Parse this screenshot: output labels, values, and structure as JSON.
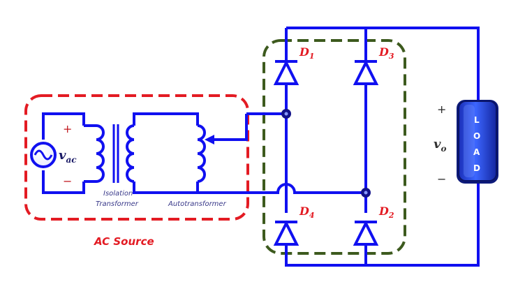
{
  "source": {
    "symbol": "v",
    "subscript": "ac",
    "plus": "+",
    "minus": "−",
    "box_label": "AC Source"
  },
  "transformers": {
    "isolation_line1": "Isolation",
    "isolation_line2": "Transformer",
    "auto_label": "Autotransformer"
  },
  "diodes": [
    {
      "letter": "D",
      "index": "1"
    },
    {
      "letter": "D",
      "index": "3"
    },
    {
      "letter": "D",
      "index": "4"
    },
    {
      "letter": "D",
      "index": "2"
    }
  ],
  "output": {
    "symbol": "v",
    "subscript": "o",
    "plus": "+",
    "minus": "−"
  },
  "load": {
    "letters": [
      "L",
      "O",
      "A",
      "D"
    ]
  },
  "colors": {
    "wire": "#1010f0",
    "source_box": "#e31b23",
    "bridge_box": "#3d5a1e",
    "load_fill": "#1f3fd6"
  }
}
